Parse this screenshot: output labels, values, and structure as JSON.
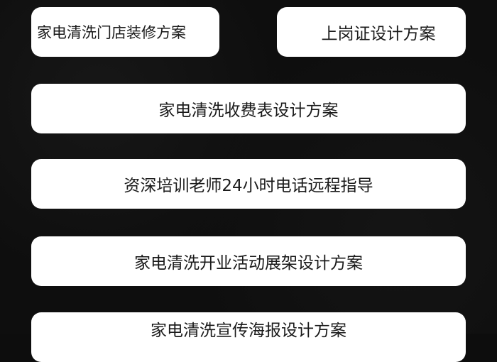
{
  "colors": {
    "background": "#0d0d0d",
    "card": "#ffffff",
    "text": "#1a1a1a"
  },
  "items": [
    {
      "label": "家电清洗门店装修方案"
    },
    {
      "label": "上岗证设计方案"
    },
    {
      "label": "家电清洗收费表设计方案"
    },
    {
      "label": "资深培训老师24小时电话远程指导"
    },
    {
      "label": "家电清洗开业活动展架设计方案"
    },
    {
      "label": "家电清洗宣传海报设计方案"
    }
  ]
}
